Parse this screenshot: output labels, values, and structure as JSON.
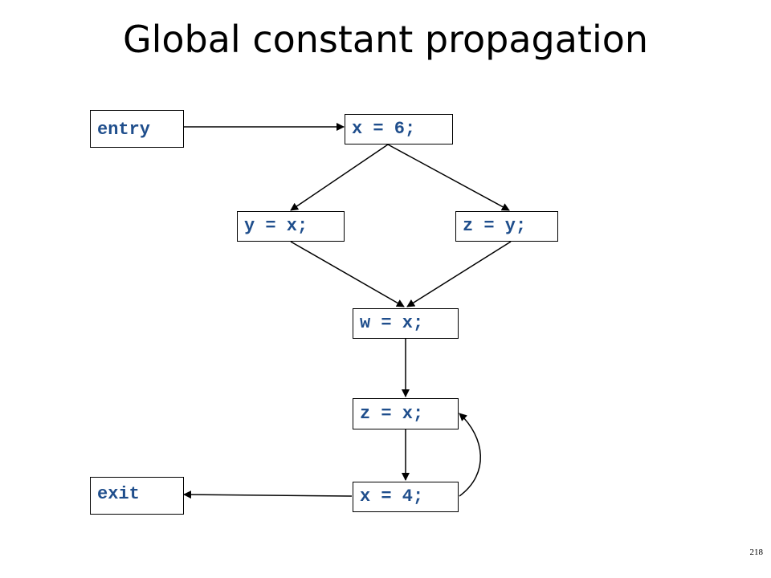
{
  "slide": {
    "title": "Global constant propagation",
    "page_number": "218"
  },
  "nodes": {
    "entry": "entry",
    "x6": "x = 6;",
    "yx": "y = x;",
    "zy": "z = y;",
    "wx": "w = x;",
    "zx": "z = x;",
    "x4": "x = 4;",
    "exit": "exit"
  },
  "edges": [
    {
      "from": "entry",
      "to": "x = 6;"
    },
    {
      "from": "x = 6;",
      "to": "y = x;"
    },
    {
      "from": "x = 6;",
      "to": "z = y;"
    },
    {
      "from": "y = x;",
      "to": "w = x;"
    },
    {
      "from": "z = y;",
      "to": "w = x;"
    },
    {
      "from": "w = x;",
      "to": "z = x;"
    },
    {
      "from": "z = x;",
      "to": "x = 4;"
    },
    {
      "from": "x = 4;",
      "to": "z = x;"
    },
    {
      "from": "x = 4;",
      "to": "exit"
    }
  ],
  "colors": {
    "code_text": "#1f4e8c",
    "border": "#000000",
    "edge": "#000000"
  }
}
